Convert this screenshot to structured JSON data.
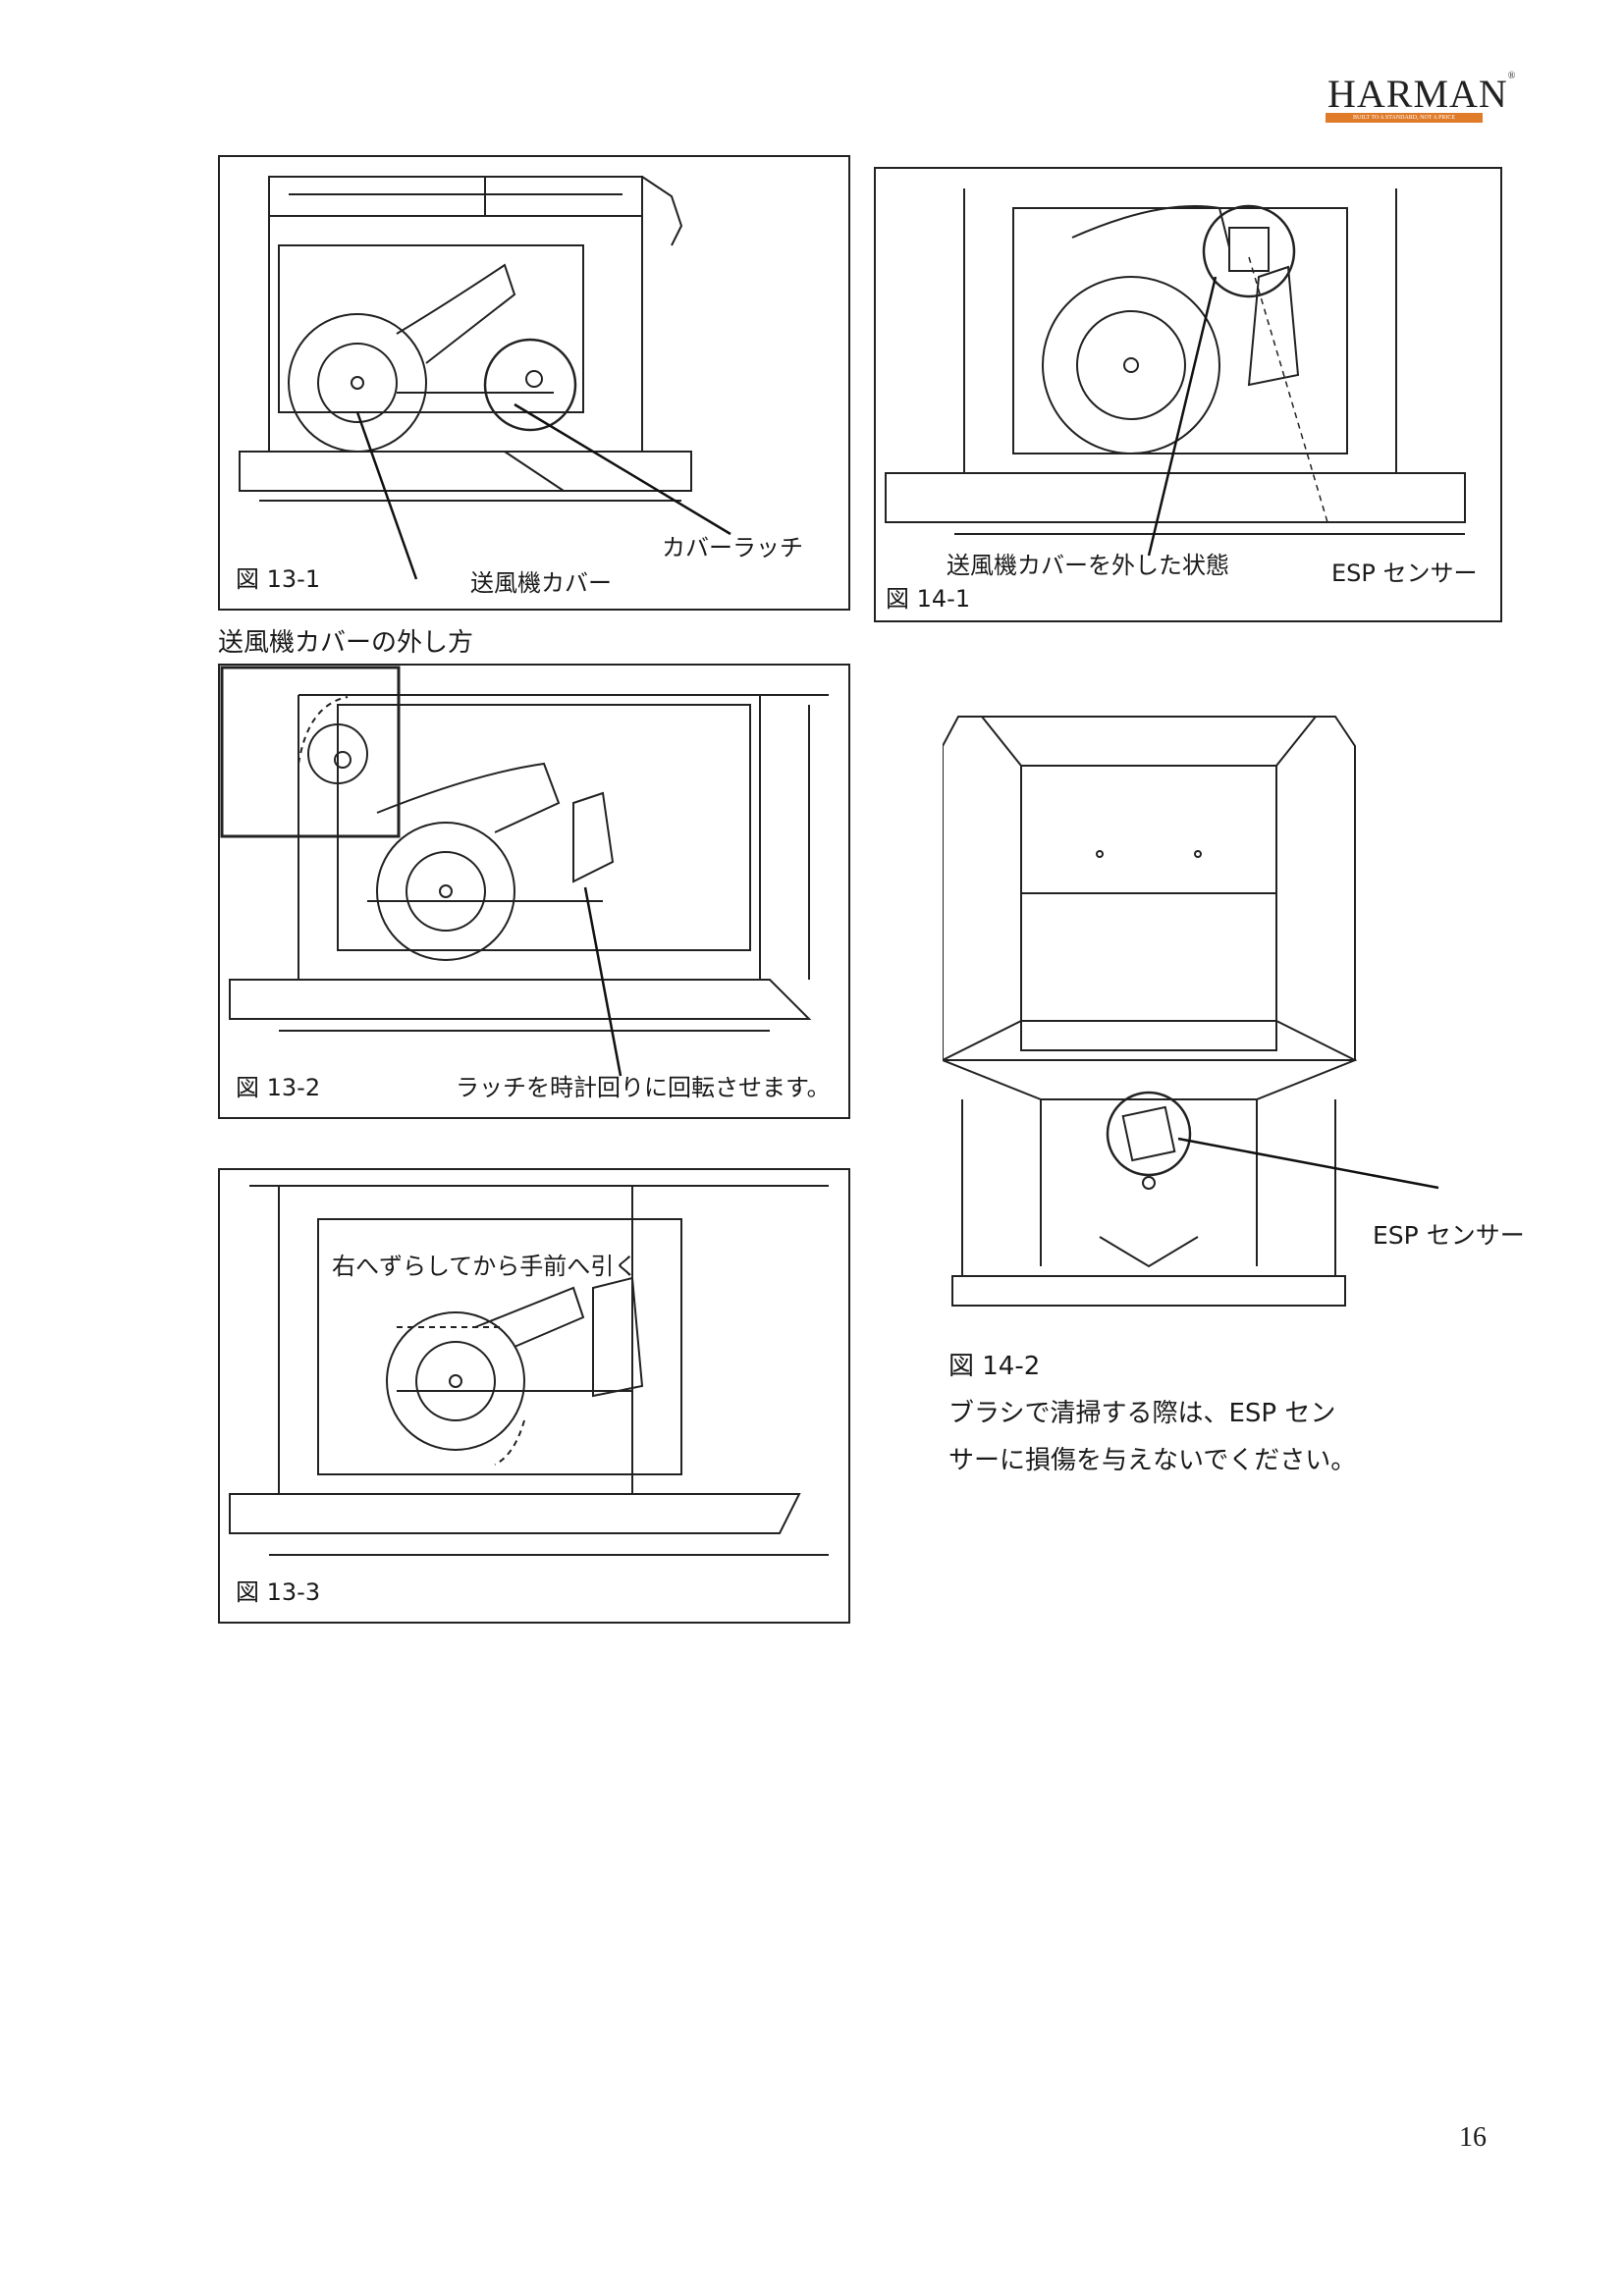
{
  "header": {
    "brand": "HARMAN",
    "brand_mark": "®",
    "tagline": "BUILT TO A STANDARD, NOT A PRICE"
  },
  "fig13_1": {
    "fig_label": "図 13-1",
    "callout_cover": "送風機カバー",
    "callout_latch": "カバーラッチ"
  },
  "section_title": "送風機カバーの外し方",
  "fig13_2": {
    "fig_label": "図 13-2",
    "callout": "ラッチを時計回りに回転させます。"
  },
  "fig13_3": {
    "fig_label": "図 13-3",
    "callout": "右へずらしてから手前へ引く"
  },
  "fig14_1": {
    "fig_label": "図 14-1",
    "callout_removed": "送風機カバーを外した状態",
    "callout_sensor": "ESP センサー"
  },
  "fig14_2": {
    "fig_label": "図 14-2",
    "callout_sensor": "ESP センサー",
    "note_line1": "ブラシで清掃する際は、ESP セン",
    "note_line2": "サーに損傷を与えないでください。"
  },
  "page_number": "16",
  "colors": {
    "logo_accent": "#e07b2a",
    "line": "#222222"
  }
}
